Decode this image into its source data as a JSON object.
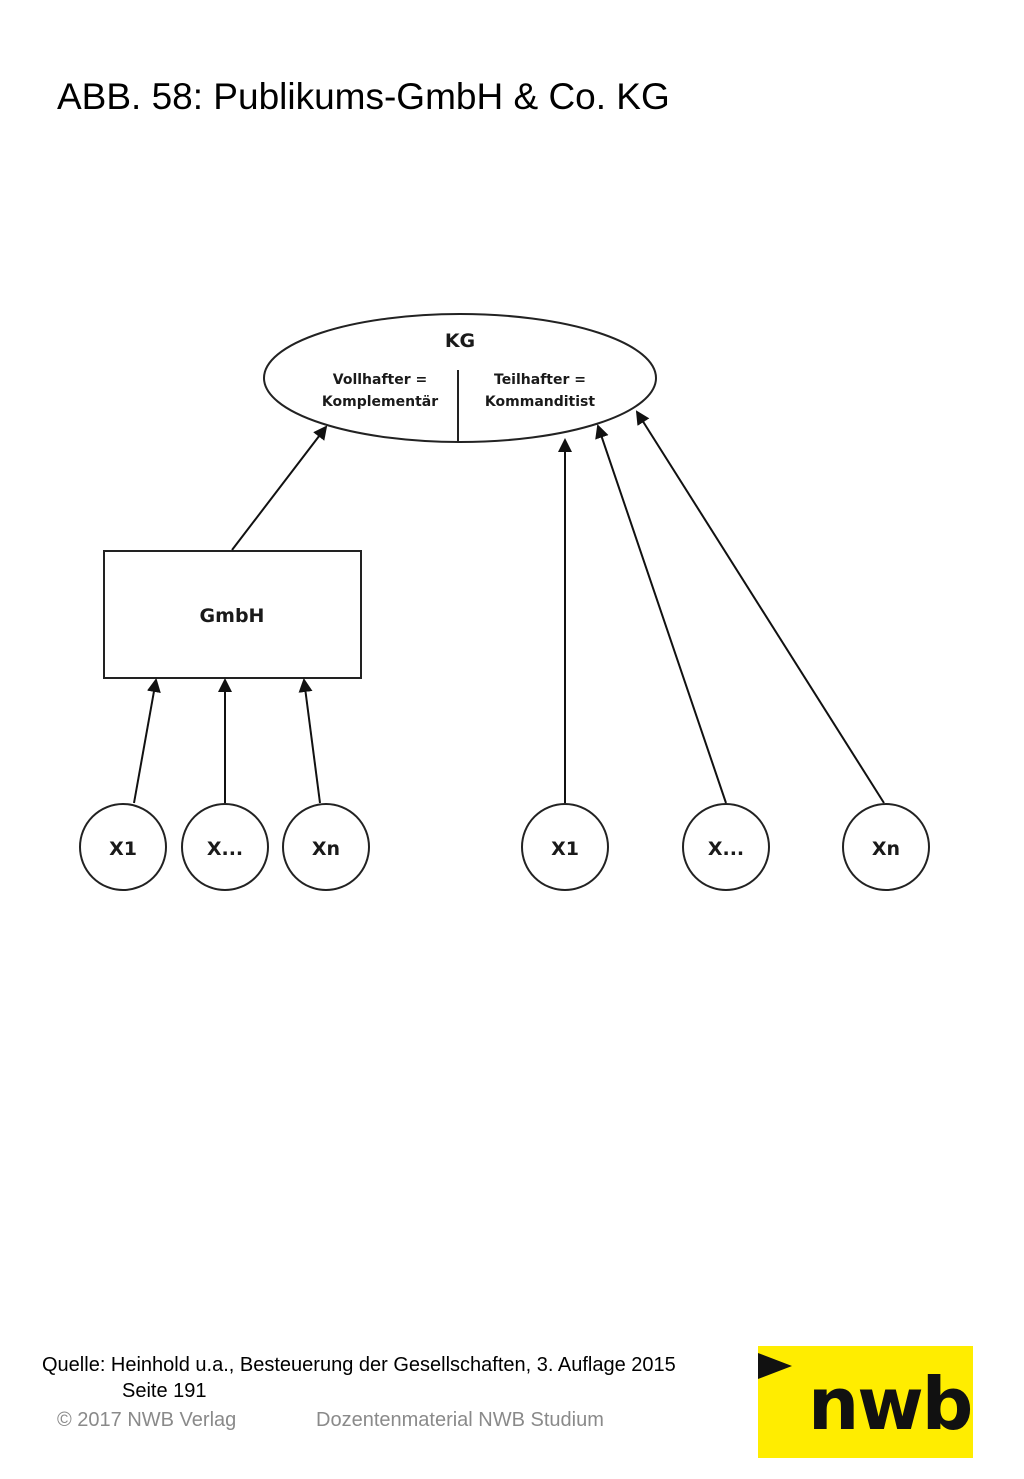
{
  "title": "ABB. 58: Publikums-GmbH & Co. KG",
  "diagram": {
    "kg": {
      "label": "KG",
      "left_line1": "Vollhafter =",
      "left_line2": "Komplementär",
      "right_line1": "Teilhafter =",
      "right_line2": "Kommanditist"
    },
    "gmbh": {
      "label": "GmbH"
    },
    "left_circles": [
      "X1",
      "X...",
      "Xn"
    ],
    "right_circles": [
      "X1",
      "X...",
      "Xn"
    ]
  },
  "source": {
    "line1": "Quelle: Heinhold u.a., Besteuerung der Gesellschaften, 3. Auflage 2015",
    "line2": "Seite 191"
  },
  "footer": {
    "copyright": "© 2017 NWB Verlag",
    "material": "Dozentenmaterial NWB Studium"
  },
  "logo": {
    "text": "nwb",
    "color": "#ffed00"
  }
}
